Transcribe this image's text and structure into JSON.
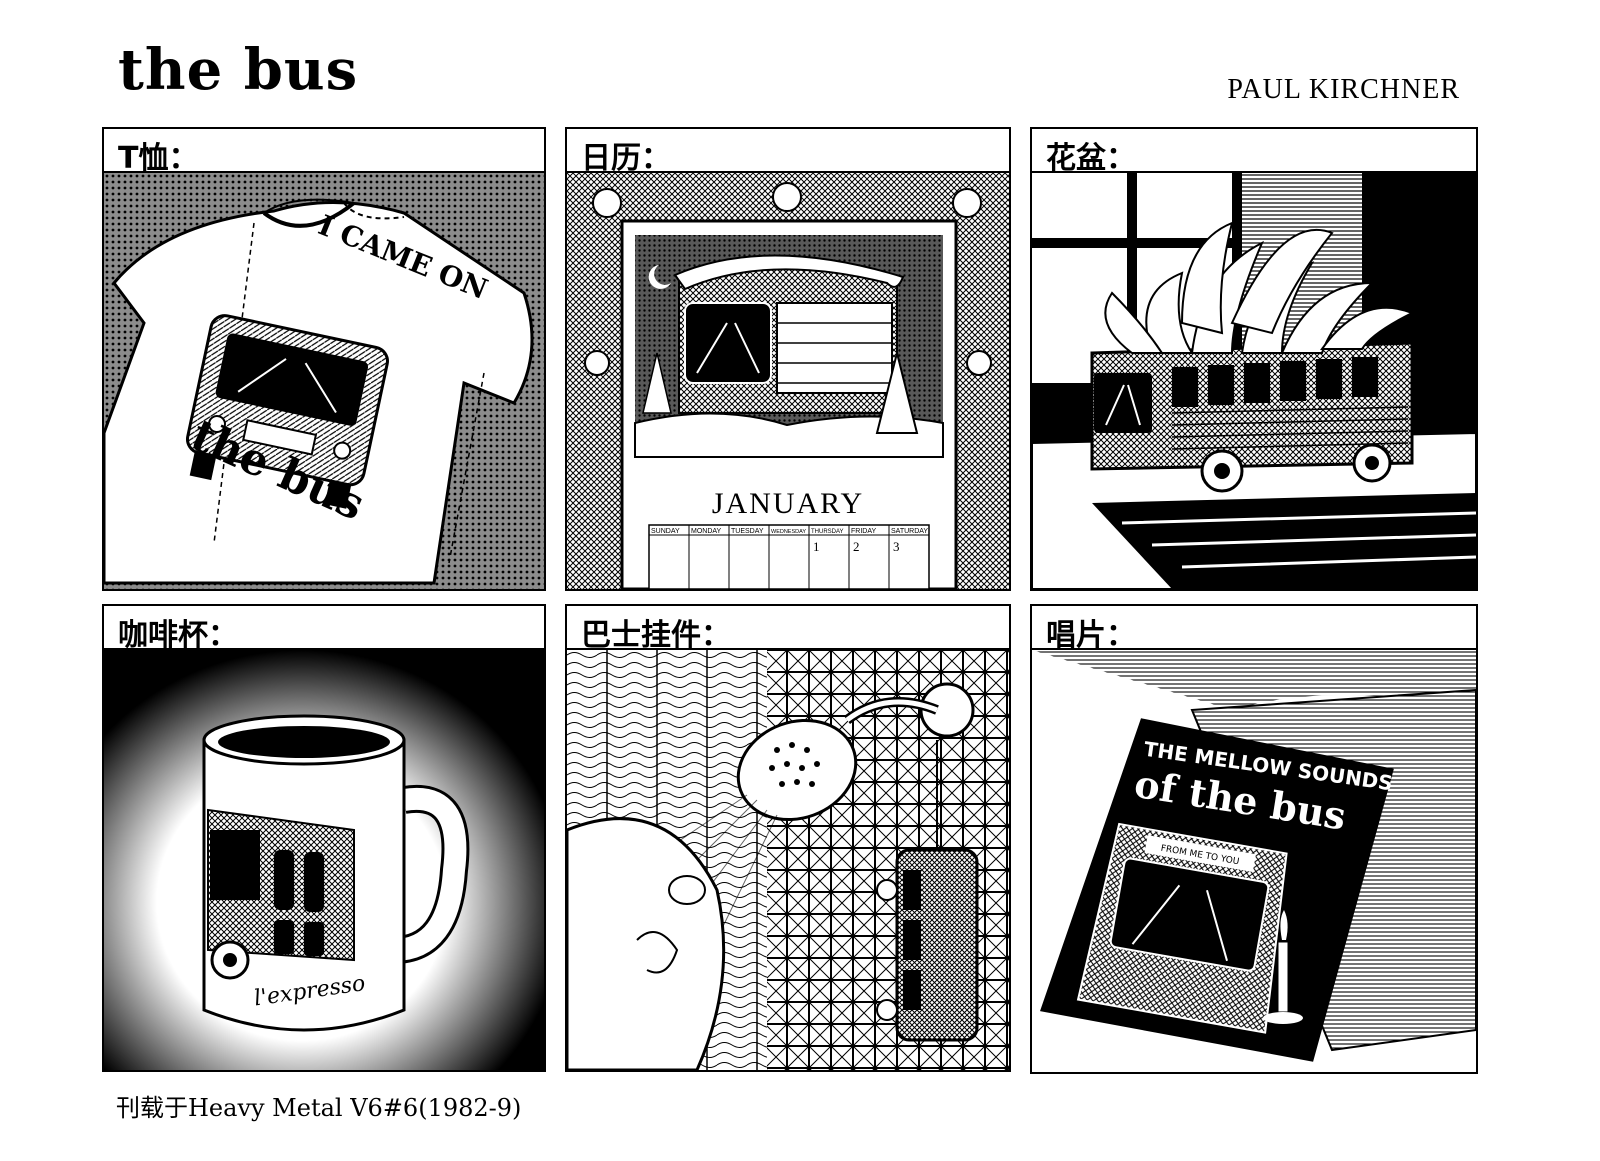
{
  "header": {
    "title": "the bus",
    "author": "PAUL KIRCHNER"
  },
  "panels": [
    {
      "caption": "T恤：",
      "art_text": {
        "shirt_arc": "I CAME ON",
        "shirt_logo": "the bus"
      }
    },
    {
      "caption": "日历：",
      "art_text": {
        "month": "JANUARY",
        "weekdays": [
          "SUNDAY",
          "MONDAY",
          "TUESDAY",
          "WEDNESDAY",
          "THURSDAY",
          "FRIDAY",
          "SATURDAY"
        ],
        "dates": [
          "1",
          "2",
          "3"
        ]
      }
    },
    {
      "caption": "花盆："
    },
    {
      "caption": "咖啡杯：",
      "art_text": {
        "mug_script": "l'expresso"
      }
    },
    {
      "caption": "巴士挂件："
    },
    {
      "caption": "唱片：",
      "art_text": {
        "album_line1": "THE MELLOW SOUNDS",
        "album_line2": "of the bus",
        "bus_sign": "FROM ME TO YOU"
      }
    }
  ],
  "footer": {
    "credit": "刊载于Heavy Metal V6#6(1982-9)"
  }
}
